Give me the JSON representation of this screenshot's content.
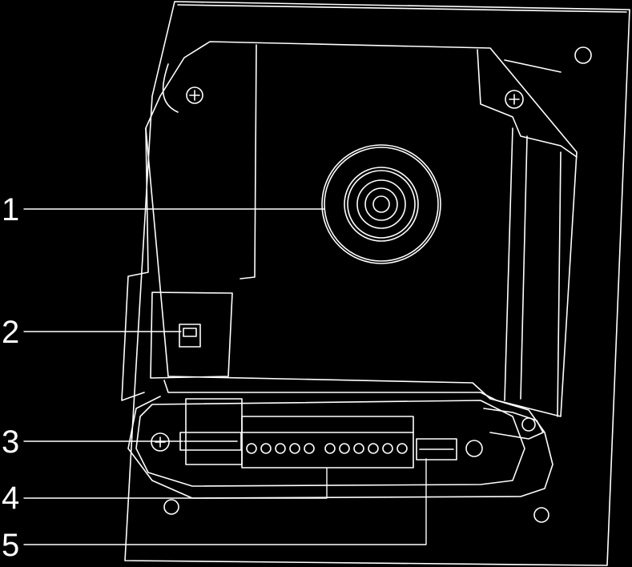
{
  "diagram": {
    "line_color": "#ffffff",
    "background": "#000000",
    "callouts": [
      {
        "label": "1",
        "target": "camera-lens"
      },
      {
        "label": "2",
        "target": "switch"
      },
      {
        "label": "3",
        "target": "left-connector"
      },
      {
        "label": "4",
        "target": "terminal-block"
      },
      {
        "label": "5",
        "target": "right-connector"
      }
    ]
  }
}
